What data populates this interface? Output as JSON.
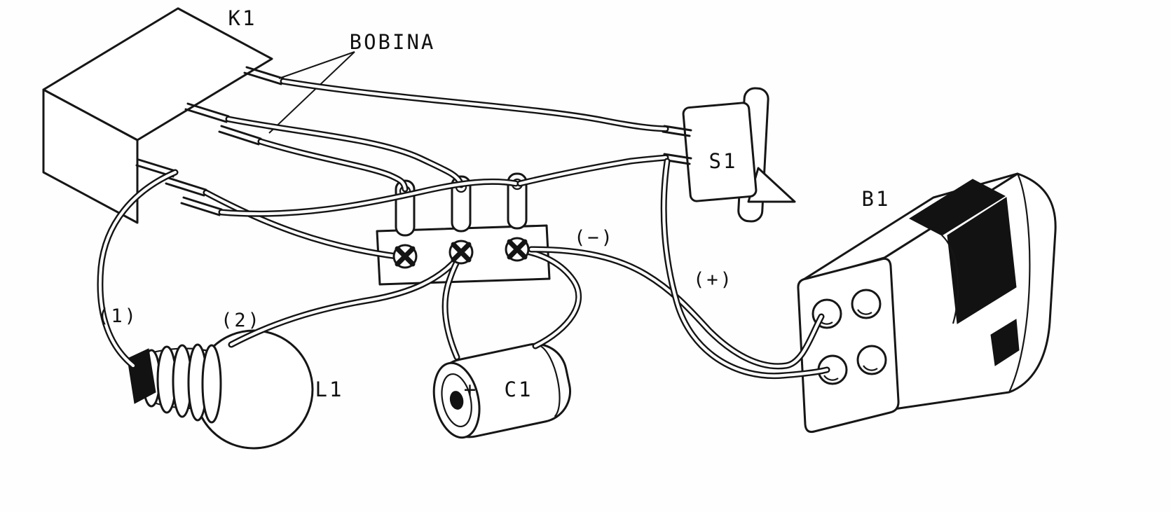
{
  "labels": {
    "k1": "K1",
    "bobina": "BOBINA",
    "s1": "S1",
    "b1": "B1",
    "l1": "L1",
    "c1": "C1",
    "wire1": "(1)",
    "wire2": "(2)",
    "neg": "(−)",
    "pos": "(+)",
    "cap_polarity": "+"
  },
  "colors": {
    "ink": "#161616",
    "paper": "#fefefe"
  }
}
